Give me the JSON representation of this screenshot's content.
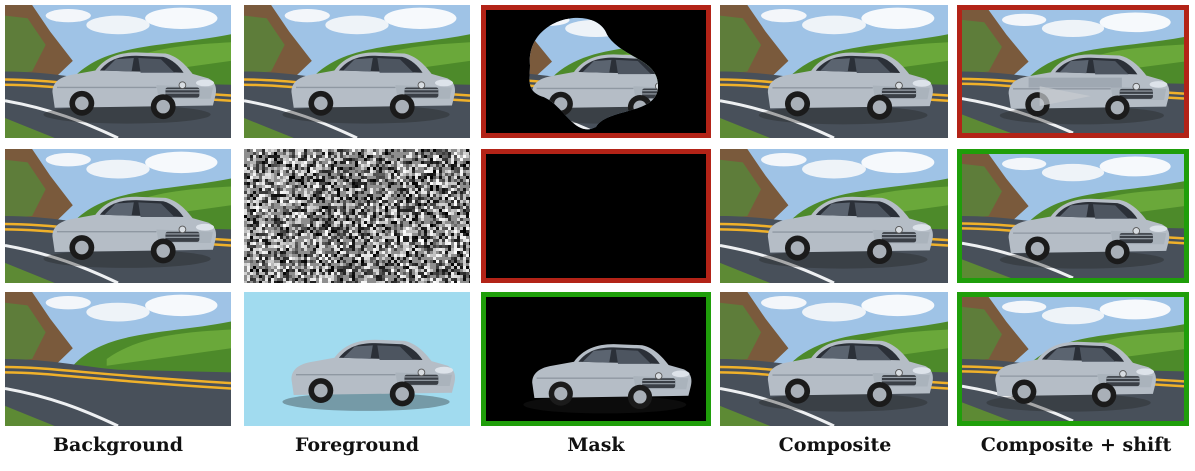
{
  "columns": [
    {
      "label": "Background"
    },
    {
      "label": "Foreground"
    },
    {
      "label": "Mask"
    },
    {
      "label": "Composite"
    },
    {
      "label": "Composite + shift"
    }
  ],
  "rows": [
    [
      {
        "content": "scene-car",
        "highlight": "none"
      },
      {
        "content": "scene-car",
        "highlight": "none"
      },
      {
        "content": "mask-partial-car",
        "highlight": "red"
      },
      {
        "content": "scene-car",
        "highlight": "none"
      },
      {
        "content": "scene-car-glitched",
        "highlight": "red"
      }
    ],
    [
      {
        "content": "scene-car",
        "highlight": "none"
      },
      {
        "content": "noise",
        "highlight": "none"
      },
      {
        "content": "mask-empty",
        "highlight": "red"
      },
      {
        "content": "scene-car",
        "highlight": "none"
      },
      {
        "content": "scene-car",
        "highlight": "green"
      }
    ],
    [
      {
        "content": "scene-empty",
        "highlight": "none"
      },
      {
        "content": "car-on-blue",
        "highlight": "none"
      },
      {
        "content": "mask-car",
        "highlight": "green"
      },
      {
        "content": "scene-car",
        "highlight": "none"
      },
      {
        "content": "scene-car-shifted",
        "highlight": "green"
      }
    ]
  ],
  "colors": {
    "highlight_red": "#b32317",
    "highlight_green": "#1f9e0a",
    "foreground_bg": "#a1dbef",
    "mask_bg": "#000000"
  }
}
